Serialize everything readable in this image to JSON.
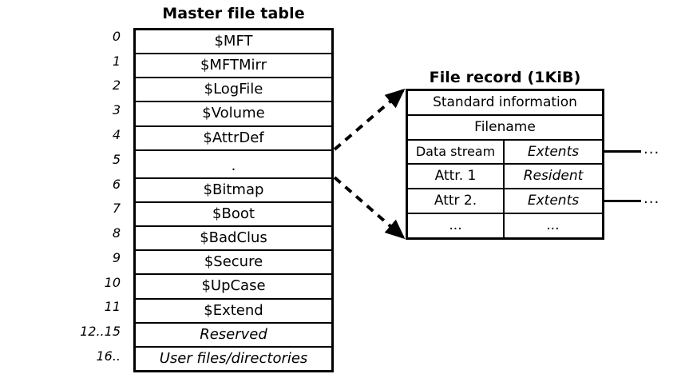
{
  "diagram": {
    "background": "#ffffff",
    "line_color": "#000000"
  },
  "master_file_table": {
    "title": "Master file table",
    "rows": [
      {
        "index": "0",
        "name": "$MFT",
        "italic": false
      },
      {
        "index": "1",
        "name": "$MFTMirr",
        "italic": false
      },
      {
        "index": "2",
        "name": "$LogFile",
        "italic": false
      },
      {
        "index": "3",
        "name": "$Volume",
        "italic": false
      },
      {
        "index": "4",
        "name": "$AttrDef",
        "italic": false
      },
      {
        "index": "5",
        "name": ".",
        "italic": false
      },
      {
        "index": "6",
        "name": "$Bitmap",
        "italic": false
      },
      {
        "index": "7",
        "name": "$Boot",
        "italic": false
      },
      {
        "index": "8",
        "name": "$BadClus",
        "italic": false
      },
      {
        "index": "9",
        "name": "$Secure",
        "italic": false
      },
      {
        "index": "10",
        "name": "$UpCase",
        "italic": false
      },
      {
        "index": "11",
        "name": "$Extend",
        "italic": false
      },
      {
        "index": "12..15",
        "name": "Reserved",
        "italic": true
      },
      {
        "index": "16..",
        "name": "User files/directories",
        "italic": true
      }
    ]
  },
  "file_record": {
    "title": "File record (1KiB)",
    "rows": [
      {
        "span": true,
        "left": "Standard information",
        "right": ""
      },
      {
        "span": true,
        "left": "Filename",
        "right": ""
      },
      {
        "span": false,
        "left": "Data stream",
        "right": "Extents"
      },
      {
        "span": false,
        "left": "Attr. 1",
        "right": "Resident"
      },
      {
        "span": false,
        "left": "Attr 2.",
        "right": "Extents"
      },
      {
        "span": false,
        "left": "...",
        "right": "..."
      }
    ]
  },
  "extent_pointers": [
    {
      "ellipsis": "..."
    },
    {
      "ellipsis": "..."
    }
  ]
}
